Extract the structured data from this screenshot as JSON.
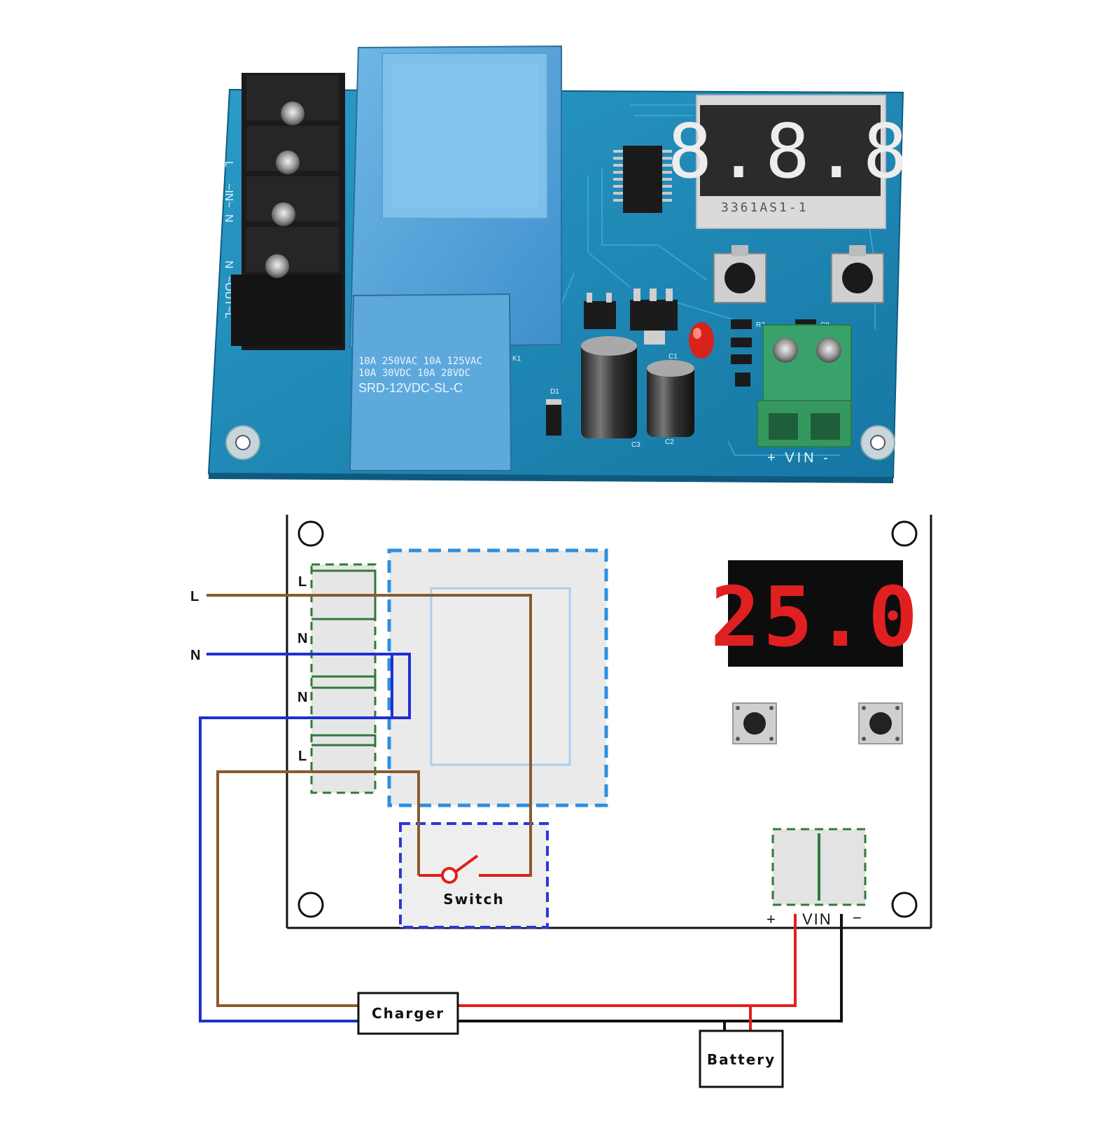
{
  "board_photo": {
    "terminal_labels": [
      "L",
      "~IN~",
      "N",
      "N",
      "~OUT~",
      "L"
    ],
    "relay_text": {
      "line1": "10A 250VAC  10A 125VAC",
      "line2": "10A  30VDC  10A  28VDC",
      "line3": "SRD-12VDC-SL-C"
    },
    "relay_ref": "K1",
    "display_placeholder": "8.8.8",
    "display_part": "3361AS1-1",
    "component_refs": {
      "r7": "R7",
      "c8": "C8",
      "c1": "C1",
      "d1": "D1",
      "c3": "C3",
      "c2": "C2"
    },
    "vin_label": "+ VIN -"
  },
  "wiring_diagram": {
    "input_labels": {
      "l": "L",
      "n": "N"
    },
    "terminal_labels": [
      "L",
      "N",
      "N",
      "L"
    ],
    "display_reading": "25.0",
    "switch_label": "Switch",
    "charger_label": "Charger",
    "battery_label": "Battery",
    "vin": {
      "plus": "+",
      "label": "VIN",
      "minus": "−"
    },
    "colors": {
      "live_wire": "#8B5A2B",
      "neutral_wire": "#1F2FD0",
      "positive_wire": "#E0201C",
      "negative_wire": "#111111",
      "transformer_outline": "#2D8FE0",
      "switch_outline": "#2A38D6",
      "terminal_outline": "#2F7A3A",
      "display_digit": "#E02020",
      "pcb_blue": "#1E8AB6"
    }
  }
}
